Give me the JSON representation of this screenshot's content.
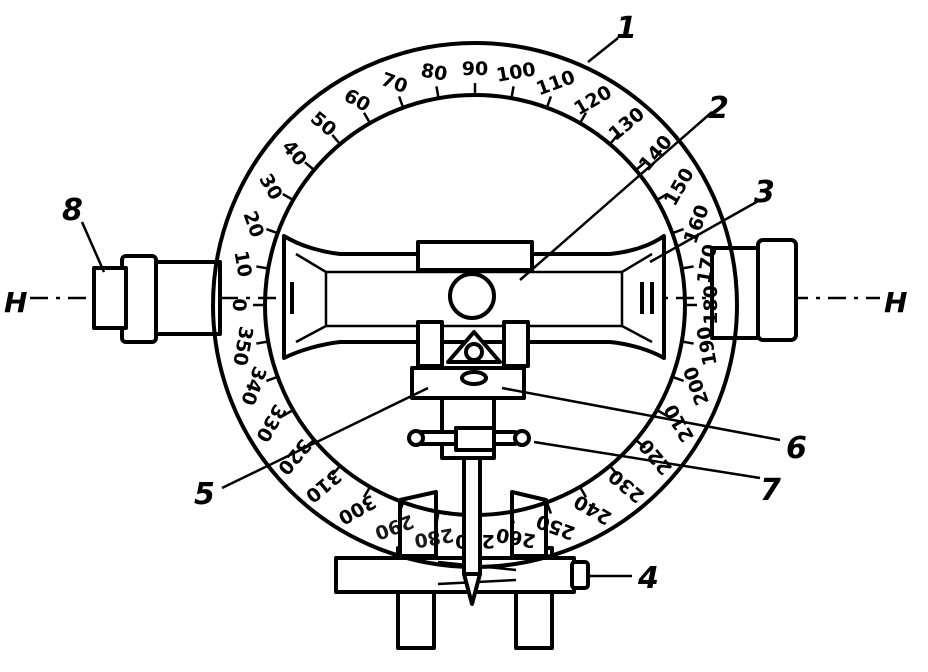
{
  "axis": {
    "left_label": "H",
    "right_label": "H"
  },
  "scale": {
    "labels": [
      "0",
      "10",
      "20",
      "30",
      "40",
      "50",
      "60",
      "70",
      "80",
      "90",
      "100",
      "110",
      "120",
      "130",
      "140",
      "150",
      "160",
      "170",
      "180",
      "190",
      "200",
      "210",
      "220",
      "230",
      "240",
      "250",
      "260",
      "270",
      "280",
      "290",
      "300",
      "310",
      "320",
      "330",
      "340",
      "350"
    ]
  },
  "callouts": [
    "1",
    "2",
    "3",
    "4",
    "5",
    "6",
    "7",
    "8"
  ]
}
